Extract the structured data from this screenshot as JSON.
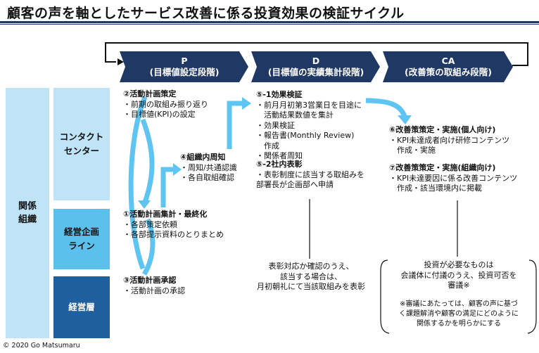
{
  "title": "顧客の声を軸としたサービス改善に係る投資効果の検証サイクル",
  "phases": [
    {
      "code": "P",
      "label": "(目標値設定段階)"
    },
    {
      "code": "D",
      "label": "(目標値の実績集計段階)"
    },
    {
      "code": "CA",
      "label": "(改善策の取組み段階)"
    }
  ],
  "org": {
    "group_label": "関係\n組織",
    "contact_center": "コンタクト\nセンター",
    "planning_line": "経営企画\nライン",
    "management": "経営層"
  },
  "steps": {
    "s2": {
      "heading": "②活動計画策定",
      "items": [
        "・前期の取組み振り返り",
        "・目標値(KPI)の設定"
      ]
    },
    "s4": {
      "heading": "④組織内周知",
      "items": [
        "・周知/共通認識",
        "・各自取組確認"
      ]
    },
    "s1": {
      "heading": "①活動計画集計・最終化",
      "items": [
        "・各部策定依頼",
        "・各部提示資料のとりまとめ"
      ]
    },
    "s3": {
      "heading": "③活動計画承認",
      "items": [
        "・活動計画の承認"
      ]
    },
    "s5_1": {
      "heading": "⑤-1効果検証",
      "items": [
        "・前月月初第3営業日を目途に",
        "　活動結果数値を集計",
        "・効果検証",
        "・報告書(Monthly Review)",
        "　作成",
        "・関係者周知"
      ]
    },
    "s5_2": {
      "heading": "⑤-2社内表彰",
      "items": [
        "・表彰制度に該当する取組みを",
        "部署長が企画部へ申請"
      ]
    },
    "s6": {
      "heading": "⑥改善策策定・実施(個人向け)",
      "items": [
        "・KPI未達成者向け研修コンテンツ",
        "　作成・実施"
      ]
    },
    "s7": {
      "heading": "⑦改善策策定・実施(組織向け)",
      "items": [
        "・KPI未達要因に係る改善コンテンツ",
        "　作成・該当環境内に掲載"
      ]
    }
  },
  "notes": {
    "award": [
      "表彰対応か確認のうえ、",
      "該当する場合は、",
      "月初朝礼にて当該取組みを表彰"
    ],
    "invest": [
      "投資が必要なものは",
      "会議体に付議のうえ、投資可否を",
      "審議※"
    ],
    "invest_footnote": [
      "※審議にあたっては、顧客の声に基づ",
      "く課題解消や顧客の満足にどのように",
      "関係するかを明らかにする"
    ]
  },
  "footer": "© 2020 Go Matsumaru",
  "colors": {
    "navy": "#1f3864",
    "light_blue": "#bfe3f7",
    "mid_blue": "#5bc0eb",
    "dark_blue": "#1f5f9e",
    "arrow_blue": "#5ec4f2"
  }
}
